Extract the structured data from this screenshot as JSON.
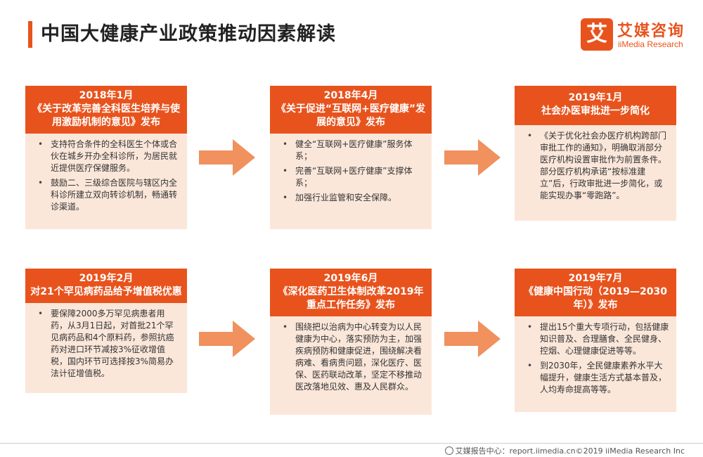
{
  "page": {
    "title": "中国大健康产业政策推动因素解读"
  },
  "logo": {
    "mark": "艾",
    "cn": "艾媒咨询",
    "en": "iiMedia Research"
  },
  "cards": [
    {
      "date": "2018年1月",
      "title": "《关于改革完善全科医生培养与使用激励机制的意见》发布",
      "bullets": [
        "支持符合条件的全科医生个体或合伙在城乡开办全科诊所，为居民就近提供医疗保健服务。",
        "鼓励二、三级综合医院与辖区内全科诊所建立双向转诊机制，畅通转诊渠道。"
      ]
    },
    {
      "date": "2018年4月",
      "title": "《关于促进“互联网+医疗健康”发展的意见》发布",
      "bullets": [
        "健全“互联网+医疗健康”服务体系；",
        "完善“互联网+医疗健康”支撑体系；",
        "加强行业监管和安全保障。"
      ]
    },
    {
      "date": "2019年1月",
      "title": "社会办医审批进一步简化",
      "bullets": [
        "《关于优化社会办医疗机构跨部门审批工作的通知》，明确取消部分医疗机构设置审批作为前置条件。部分医疗机构承诺“按标准建立”后，行政审批进一步简化，或能实现办事“零跑路”。"
      ]
    },
    {
      "date": "2019年2月",
      "title": "对21个罕见病药品给予增值税优惠",
      "bullets": [
        "要保障2000多万罕见病患者用药，从3月1日起，对首批21个罕见病药品和4个原料药，参照抗癌药对进口环节减按3%征收增值税，国内环节可选择按3%简易办法计征增值税。"
      ]
    },
    {
      "date": "2019年6月",
      "title": "《深化医药卫生体制改革2019年重点工作任务》发布",
      "bullets": [
        "围绕把以治病为中心转变为以人民健康为中心，落实预防为主，加强疾病预防和健康促进，围绕解决看病难、看病贵问题，深化医疗、医保、医药联动改革，坚定不移推动医改落地见效、惠及人民群众。"
      ]
    },
    {
      "date": "2019年7月",
      "title": "《健康中国行动（2019—2030年）》发布",
      "bullets": [
        "提出15个重大专项行动，包括健康知识普及、合理膳食、全民健身、控烟、心理健康促进等等。",
        "到2030年，全民健康素养水平大幅提升，健康生活方式基本普及，人均寿命提高等等。"
      ]
    }
  ],
  "footer": {
    "text": "艾媒报告中心：report.iimedia.cn©2019 iiMedia Research Inc"
  },
  "colors": {
    "accent": "#e8531d",
    "card_body": "#fbe7da",
    "arrow": "#f0915e"
  }
}
